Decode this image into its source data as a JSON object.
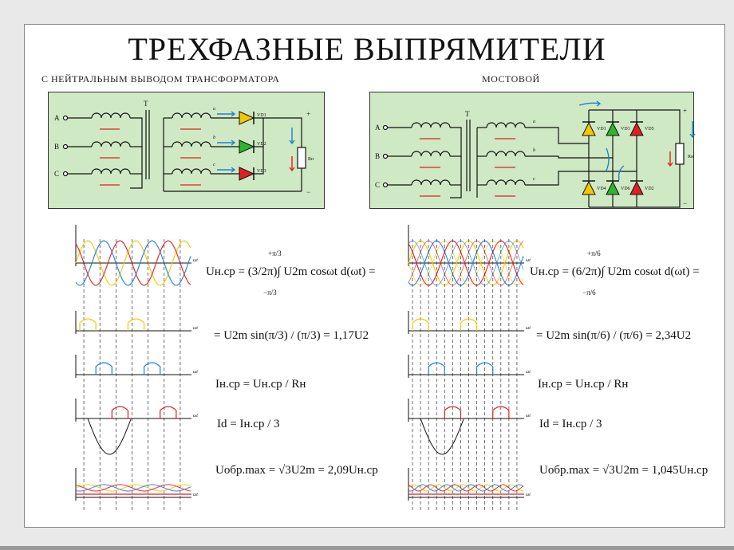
{
  "title": "ТРЕХФАЗНЫЕ ВЫПРЯМИТЕЛИ",
  "subtitle_left": "С НЕЙТРАЛЬНЫМ ВЫВОДОМ ТРАНСФОРМАТОРА",
  "subtitle_right": "МОСТОВОЙ",
  "colors": {
    "panel": "#cfe9c4",
    "yellow": "#f2c800",
    "green": "#2db52d",
    "red": "#e02020",
    "blue": "#1e7fd8"
  },
  "left_circuit": {
    "phases": [
      "A",
      "B",
      "C"
    ],
    "transformer_label": "T",
    "secondary_labels": [
      "a",
      "b",
      "c"
    ],
    "diodes": [
      "VD1",
      "VD2",
      "VD3"
    ],
    "load": "Rн",
    "plus": "+",
    "minus": "−"
  },
  "right_circuit": {
    "phases": [
      "A",
      "B",
      "C"
    ],
    "transformer_label": "T",
    "secondary_labels": [
      "a",
      "b",
      "c"
    ],
    "diodes": [
      "VD1",
      "VD2",
      "VD3",
      "VD4",
      "VD5",
      "VD6"
    ],
    "load": "Rн",
    "plus": "+",
    "minus": "−"
  },
  "left_formulas": {
    "f1": "Uн.ср = (3/2π)∫ U2m cosωt d(ωt) =",
    "f1_upper": "+π/3",
    "f1_lower": "−π/3",
    "f2": "= U2m sin(π/3) / (π/3) = 1,17U2",
    "f3": "Iн.ср = Uн.ср / Rн",
    "f4": "Id = Iн.ср / 3",
    "f5": "Uобр.max = √3U2m = 2,09Uн.ср"
  },
  "right_formulas": {
    "f1": "Uн.ср = (6/2π)∫ U2m cosωt d(ωt) =",
    "f1_upper": "+π/6",
    "f1_lower": "−π/6",
    "f2": "= U2m sin(π/6) / (π/6) = 2,34U2",
    "f3": "Iн.ср = Uн.ср / Rн",
    "f4": "Id = Iн.ср / 3",
    "f5": "Uобр.max = √3U2m = 1,045Uн.ср"
  },
  "axis_label": "ωt"
}
